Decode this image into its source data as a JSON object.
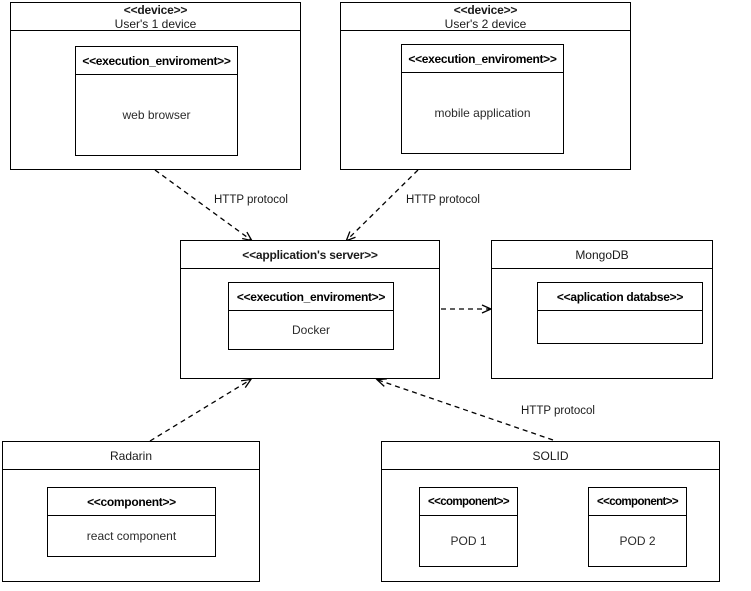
{
  "diagram": {
    "type": "uml-deployment-diagram",
    "background": "#ffffff",
    "line_color": "#000000"
  },
  "nodes": {
    "user1_device": {
      "stereotype": "<<device>>",
      "name": "User's 1 device",
      "inner": {
        "stereotype": "<<execution_enviroment>>",
        "name": "web browser"
      }
    },
    "user2_device": {
      "stereotype": "<<device>>",
      "name": "User's 2 device",
      "inner": {
        "stereotype": "<<execution_enviroment>>",
        "name": "mobile application"
      }
    },
    "app_server": {
      "title": "<<application's server>>",
      "inner": {
        "stereotype": "<<execution_enviroment>>",
        "name": "Docker"
      }
    },
    "mongodb": {
      "title": "MongoDB",
      "inner": {
        "stereotype": "<<aplication databse>>",
        "name": ""
      }
    },
    "radarin": {
      "title": "Radarin",
      "inner": {
        "stereotype": "<<component>>",
        "name": "react component"
      }
    },
    "solid": {
      "title": "SOLID",
      "inner1": {
        "stereotype": "<<component>>",
        "name": "POD 1"
      },
      "inner2": {
        "stereotype": "<<component>>",
        "name": "POD 2"
      }
    }
  },
  "edges": {
    "user1_to_server": {
      "label": "HTTP protocol",
      "style": "dashed",
      "arrow": "open"
    },
    "user2_to_server": {
      "label": "HTTP protocol",
      "style": "dashed",
      "arrow": "open"
    },
    "server_to_mongodb": {
      "label": "",
      "style": "dashed",
      "arrow": "open"
    },
    "radarin_to_server": {
      "label": "",
      "style": "dashed",
      "arrow": "open"
    },
    "solid_to_server": {
      "label": "HTTP protocol",
      "style": "dashed",
      "arrow": "open"
    }
  }
}
